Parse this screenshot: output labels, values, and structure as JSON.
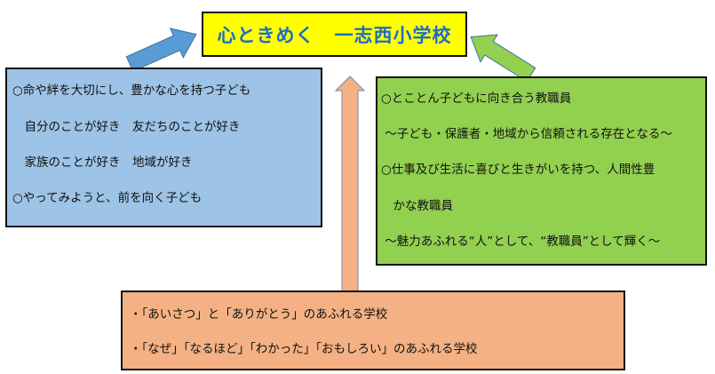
{
  "title": "心ときめく　一志西小学校",
  "children_box": {
    "lines": [
      "○命や絆を大切にし、豊かな心を持つ子ども",
      "　自分のことが好き　友だちのことが好き",
      "　家族のことが好き　地域が好き",
      "○やってみようと、前を向く子ども"
    ]
  },
  "staff_box": {
    "lines": [
      "○とことん子どもに向き合う教職員",
      " ～子ども・保護者・地域から信頼される存在となる～",
      "○仕事及び生活に喜びと生きがいを持つ、人間性豊",
      "　かな教職員",
      " ～魅力あふれる“人”として、“教職員”として輝く～"
    ]
  },
  "school_box": {
    "lines": [
      "・「あいさつ」と「ありがとう」のあふれる学校",
      "・「なぜ」「なるほど」「わかった」「おもしろい」のあふれる学校"
    ]
  },
  "colors": {
    "title_bg": "#ffff00",
    "title_text": "#1a6dc8",
    "children_bg": "#9dc3e6",
    "staff_bg": "#92d050",
    "school_bg": "#f4b183",
    "arrow_blue": "#5b9bd5",
    "arrow_green": "#92d050",
    "arrow_orange": "#f4b183"
  }
}
